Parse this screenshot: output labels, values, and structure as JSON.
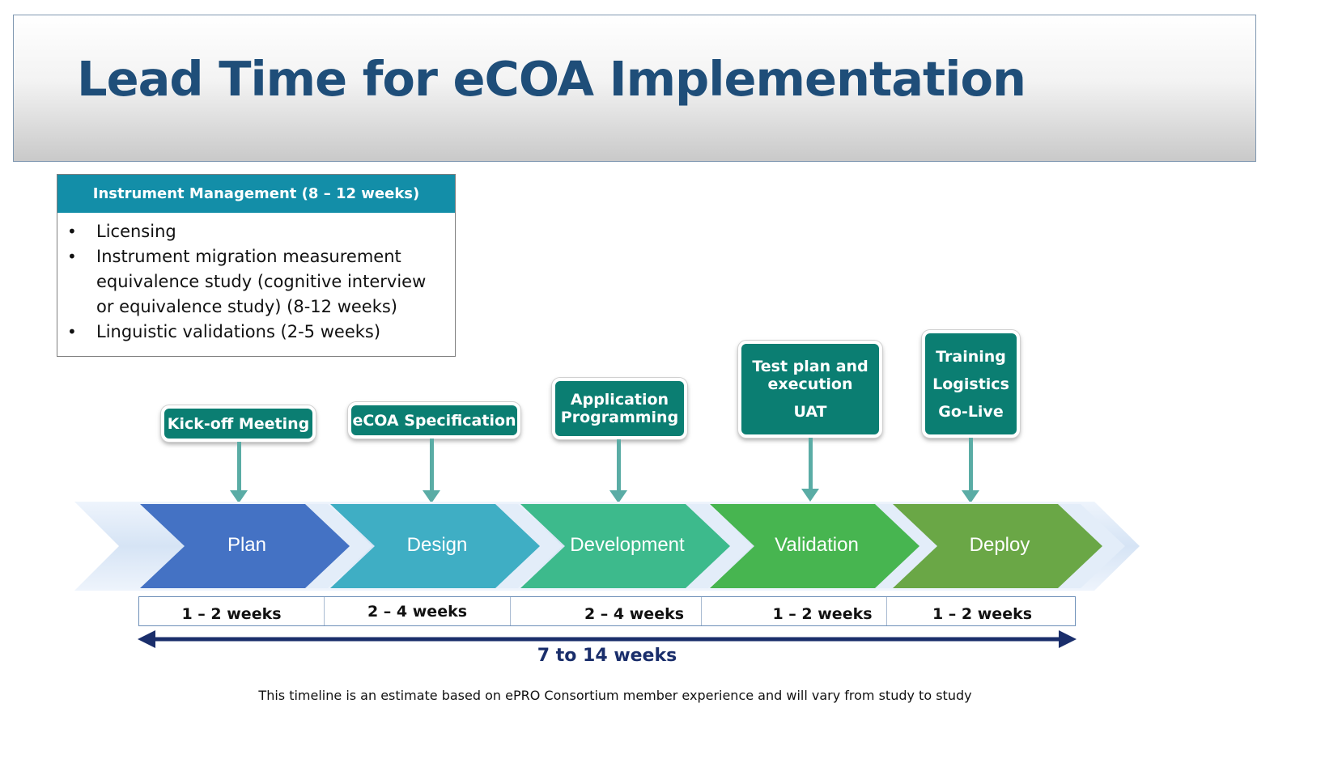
{
  "title": "Lead Time for eCOA Implementation",
  "instrument_management": {
    "header": "Instrument Management (8 – 12 weeks)",
    "items": [
      "Licensing",
      "Instrument migration measurement equivalence study (cognitive interview or equivalence study) (8-12 weeks)",
      "Linguistic validations (2-5 weeks)"
    ]
  },
  "callouts": [
    {
      "lines": [
        "Kick-off Meeting"
      ]
    },
    {
      "lines": [
        "eCOA Specification"
      ]
    },
    {
      "lines": [
        "Application",
        "Programming"
      ]
    },
    {
      "lines": [
        "Test plan and",
        "execution",
        "",
        "UAT"
      ]
    },
    {
      "lines": [
        "Training",
        "",
        "Logistics",
        "",
        "Go-Live"
      ]
    }
  ],
  "phases": [
    {
      "name": "Plan",
      "duration": "1 – 2 weeks",
      "color": "#4472c4"
    },
    {
      "name": "Design",
      "duration": "2 – 4 weeks",
      "color": "#3faec4"
    },
    {
      "name": "Development",
      "duration": "2 – 4 weeks",
      "color": "#3dba8c"
    },
    {
      "name": "Validation",
      "duration": "1 – 2 weeks",
      "color": "#47b550"
    },
    {
      "name": "Deploy",
      "duration": "1 – 2  weeks",
      "color": "#6aa746"
    }
  ],
  "total_duration": "7 to 14 weeks",
  "footnote": "This timeline is an estimate based on ePRO Consortium member experience and will vary from study to study",
  "colors": {
    "title": "#1f4e79",
    "header_teal": "#138ea8",
    "callout": "#0b7e72",
    "connector": "#5aaca5",
    "arrow_navy": "#1a2e6b",
    "chevron_pale": "#dbe8f7"
  }
}
